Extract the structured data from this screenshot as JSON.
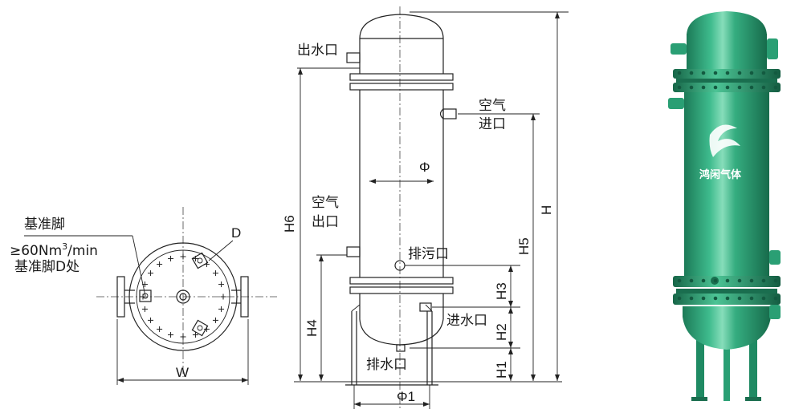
{
  "plan_view": {
    "label_base_foot": "基准脚",
    "label_flow_prefix": "≥60Nm",
    "label_flow_sup": "3",
    "label_flow_suffix": "/min",
    "label_base_foot_d": "基准脚D处",
    "label_d": "D",
    "label_w": "W"
  },
  "elevation": {
    "water_outlet": "出水口",
    "air_inlet_1": "空气",
    "air_inlet_2": "进口",
    "air_outlet_1": "空气",
    "air_outlet_2": "出口",
    "drain": "排污口",
    "water_inlet": "进水口",
    "water_drain": "排水口",
    "phi": "Φ",
    "phi1": "Φ1",
    "h": "H",
    "h1": "H1",
    "h2": "H2",
    "h3": "H3",
    "h4": "H4",
    "h5": "H5",
    "h6": "H6"
  },
  "photo": {
    "logo_text": "鸿闲气体",
    "body_color": "#2faa7f",
    "highlight_color": "#7fd9b4",
    "shadow_color": "#1c7a57"
  }
}
